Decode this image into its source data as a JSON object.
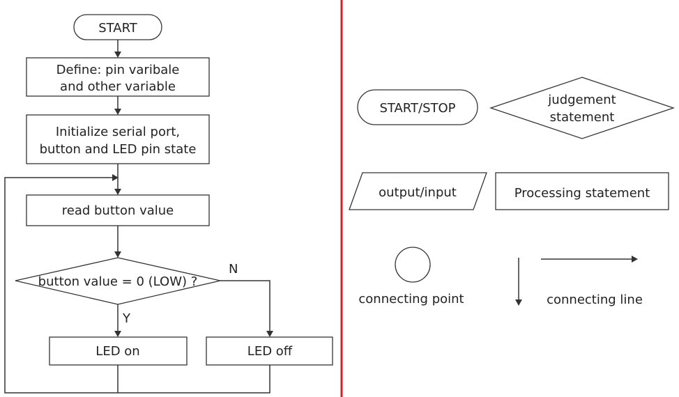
{
  "flowchart": {
    "start": "START",
    "define": [
      "Define: pin varibale",
      "and other variable"
    ],
    "initialize": [
      "Initialize serial port,",
      "button and LED pin state"
    ],
    "read": "read button value",
    "decision": "button value = 0 (LOW) ?",
    "yes_label": "Y",
    "no_label": "N",
    "led_on": "LED on",
    "led_off": "LED off"
  },
  "legend": {
    "start_stop": "START/STOP",
    "judgement": [
      "judgement",
      "statement"
    ],
    "output_input": "output/input",
    "processing": "Processing statement",
    "connecting_point": "connecting point",
    "connecting_line": "connecting line"
  },
  "colors": {
    "divider": "#d0202a",
    "stroke": "#333333",
    "text": "#222222"
  }
}
